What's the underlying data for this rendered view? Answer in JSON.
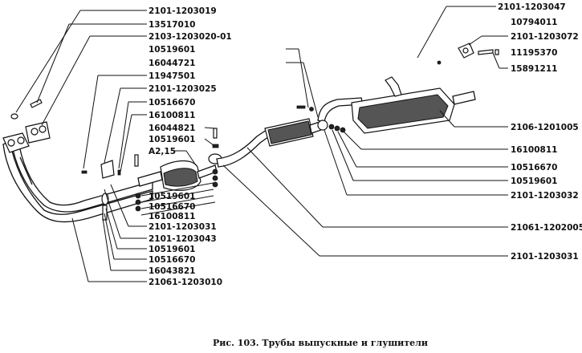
{
  "caption": "Рис. 103. Трубы выпускные и глушители",
  "left_labels": {
    "l1": "2101-1203019",
    "l2": "13517010",
    "l3": "2103-1203020-01",
    "l4": "10519601",
    "l5": "16044721",
    "l6": "11947501",
    "l7": "2101-1203025",
    "l8": "10516670",
    "l9": "16100811",
    "l10": "16044821",
    "l11": "10519601",
    "l12": "A2,15",
    "l13": "10519601",
    "l14": "10516670",
    "l15": "16100811",
    "l16": "2101-1203031",
    "l17": "2101-1203043",
    "l18": "10519601",
    "l19": "10516670",
    "l20": "16043821",
    "l21": "21061-1203010"
  },
  "right_labels": {
    "r1": "2101-1203047",
    "r2": "10794011",
    "r3": "2101-1203072",
    "r4": "11195370",
    "r5": "15891211",
    "r6": "2106-1201005",
    "r7": "16100811",
    "r8": "10516670",
    "r9": "10519601",
    "r10": "2101-1203032",
    "r11": "21061-1202005",
    "r12": "2101-1203031"
  }
}
